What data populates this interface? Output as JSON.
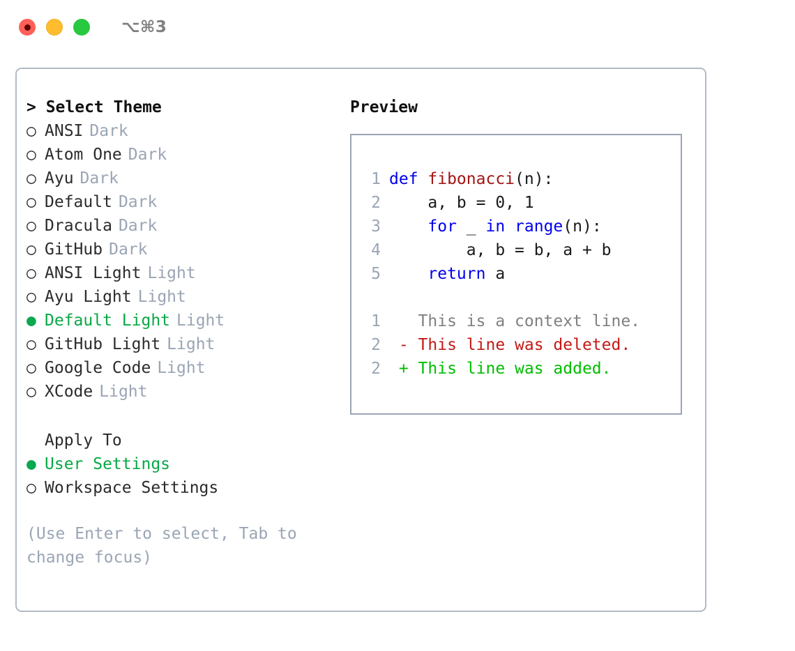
{
  "titlebar": {
    "shortcut": "⌥⌘3",
    "buttons": [
      {
        "name": "close",
        "color": "#ff5f56"
      },
      {
        "name": "minimize",
        "color": "#ffbd2e"
      },
      {
        "name": "maximize",
        "color": "#28c840"
      }
    ]
  },
  "theme_picker": {
    "heading": "> Select Theme",
    "bullet_selected": "●",
    "bullet_unselected": "○",
    "items": [
      {
        "label": "ANSI",
        "category": "Dark",
        "selected": false
      },
      {
        "label": "Atom One",
        "category": "Dark",
        "selected": false
      },
      {
        "label": "Ayu",
        "category": "Dark",
        "selected": false
      },
      {
        "label": "Default",
        "category": "Dark",
        "selected": false
      },
      {
        "label": "Dracula",
        "category": "Dark",
        "selected": false
      },
      {
        "label": "GitHub",
        "category": "Dark",
        "selected": false
      },
      {
        "label": "ANSI Light",
        "category": "Light",
        "selected": false
      },
      {
        "label": "Ayu Light",
        "category": "Light",
        "selected": false
      },
      {
        "label": "Default Light",
        "category": "Light",
        "selected": true
      },
      {
        "label": "GitHub Light",
        "category": "Light",
        "selected": false
      },
      {
        "label": "Google Code",
        "category": "Light",
        "selected": false
      },
      {
        "label": "XCode",
        "category": "Light",
        "selected": false
      }
    ]
  },
  "apply_to": {
    "heading": "Apply To",
    "items": [
      {
        "label": "User Settings",
        "selected": true
      },
      {
        "label": "Workspace Settings",
        "selected": false
      }
    ]
  },
  "hint": "(Use Enter to select, Tab to change focus)",
  "preview": {
    "title": "Preview",
    "code_lines": [
      {
        "no": "1",
        "tokens": [
          {
            "t": "def ",
            "k": "kw"
          },
          {
            "t": "fibonacci",
            "k": "fn"
          },
          {
            "t": "(n):",
            "k": "plain"
          }
        ]
      },
      {
        "no": "2",
        "tokens": [
          {
            "t": "    a, b = 0, 1",
            "k": "plain"
          }
        ]
      },
      {
        "no": "3",
        "tokens": [
          {
            "t": "    ",
            "k": "plain"
          },
          {
            "t": "for",
            "k": "kw"
          },
          {
            "t": " _ ",
            "k": "plain"
          },
          {
            "t": "in",
            "k": "kw"
          },
          {
            "t": " ",
            "k": "plain"
          },
          {
            "t": "range",
            "k": "kw"
          },
          {
            "t": "(n):",
            "k": "plain"
          }
        ]
      },
      {
        "no": "4",
        "tokens": [
          {
            "t": "        a, b = b, a + b",
            "k": "plain"
          }
        ]
      },
      {
        "no": "5",
        "tokens": [
          {
            "t": "    ",
            "k": "plain"
          },
          {
            "t": "return",
            "k": "kw"
          },
          {
            "t": " a",
            "k": "plain"
          }
        ]
      }
    ],
    "diff_lines": [
      {
        "no": "1",
        "marker": " ",
        "text": "This is a context line.",
        "kind": "context"
      },
      {
        "no": "2",
        "marker": "-",
        "text": "This line was deleted.",
        "kind": "del"
      },
      {
        "no": "2",
        "marker": "+",
        "text": "This line was added.",
        "kind": "add"
      }
    ]
  },
  "colors": {
    "accent_green": "#09a845",
    "muted": "#9aa5b5",
    "keyword": "#0000ee",
    "function": "#a31515",
    "diff_delete": "#c41a16",
    "diff_add": "#00bd00",
    "border": "#b2bac6"
  }
}
